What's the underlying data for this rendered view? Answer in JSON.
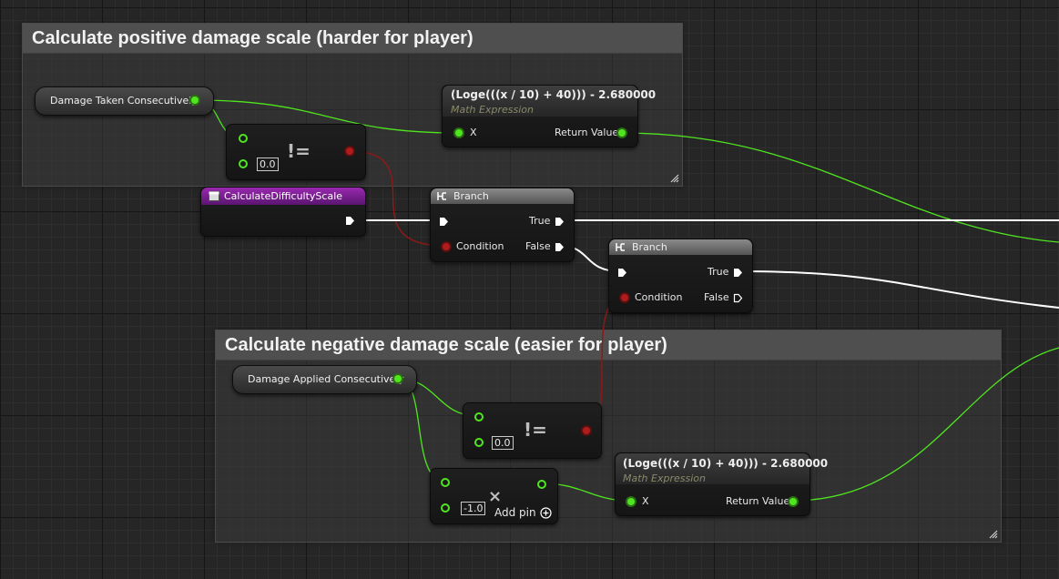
{
  "comments": {
    "positive_title": "Calculate positive damage scale (harder for player)",
    "negative_title": "Calculate negative damage scale (easier for player)"
  },
  "nodes": {
    "damage_taken": "Damage Taken Consecutively",
    "damage_applied": "Damage Applied Consecutively",
    "calc_difficulty": "CalculateDifficultyScale",
    "not_equal_top": {
      "operator": "!=",
      "value": "0.0"
    },
    "not_equal_bottom": {
      "operator": "!=",
      "value": "0.0"
    },
    "multiply": {
      "operator": "×",
      "value": "-1.0",
      "add_pin": "Add pin"
    },
    "math_top": {
      "title": "(Loge(((x / 10) + 40))) - 2.680000",
      "subtitle": "Math Expression",
      "input": "X",
      "output": "Return Value"
    },
    "math_bottom": {
      "title": "(Loge(((x / 10) + 40))) - 2.680000",
      "subtitle": "Math Expression",
      "input": "X",
      "output": "Return Value"
    },
    "branch_1": {
      "title": "Branch",
      "condition": "Condition",
      "true": "True",
      "false": "False"
    },
    "branch_2": {
      "title": "Branch",
      "condition": "Condition",
      "true": "True",
      "false": "False"
    }
  },
  "colors": {
    "data_wire": "#4fe61f",
    "bool_wire": "#8a1a1a",
    "exec_wire": "#ffffff",
    "function_header": "#9a28b0"
  }
}
